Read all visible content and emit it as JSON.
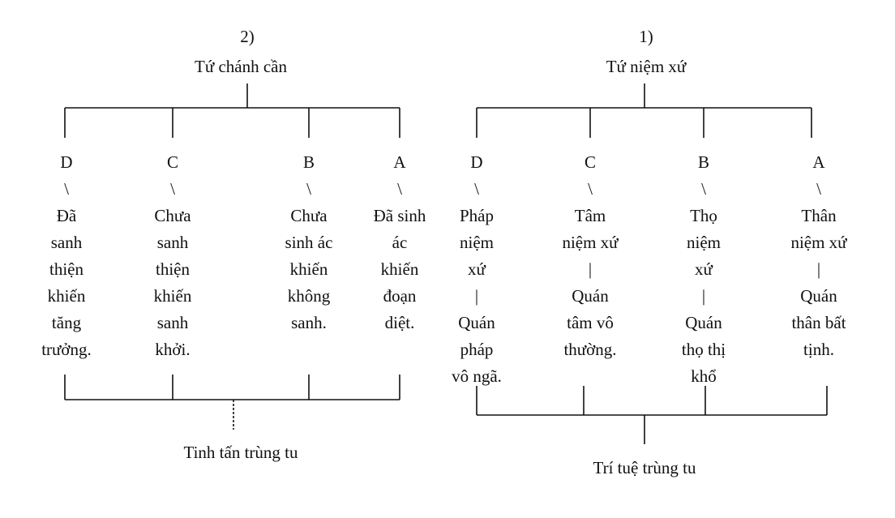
{
  "trees": [
    {
      "number": "2)",
      "title": "Tứ chánh cần",
      "footer": "Tinh tấn trùng tu",
      "columns": [
        {
          "lines": [
            "D",
            "\\",
            "Đã",
            "sanh",
            "thiện",
            "khiến",
            "tăng",
            "trưởng."
          ]
        },
        {
          "lines": [
            "C",
            "\\",
            "Chưa",
            "sanh",
            "thiện",
            "khiến",
            "sanh",
            "khởi."
          ]
        },
        {
          "lines": [
            "B",
            "\\",
            "Chưa",
            "sinh ác",
            "khiến",
            "không",
            "sanh."
          ]
        },
        {
          "lines": [
            "A",
            "\\",
            "Đã sinh",
            "ác",
            "khiến",
            "đoạn",
            "diệt."
          ]
        }
      ]
    },
    {
      "number": "1)",
      "title": "Tứ niệm xứ",
      "footer": "Trí tuệ trùng tu",
      "columns": [
        {
          "lines": [
            "D",
            "\\",
            "Pháp",
            "niệm",
            "xứ",
            "|",
            "Quán",
            "pháp",
            "vô ngã."
          ]
        },
        {
          "lines": [
            "C",
            "\\",
            "Tâm",
            "niệm xứ",
            "|",
            "Quán",
            "tâm vô",
            "thường."
          ]
        },
        {
          "lines": [
            "B",
            "\\",
            "Thọ",
            "niệm",
            "xứ",
            "|",
            "Quán",
            "thọ thị",
            "khổ"
          ]
        },
        {
          "lines": [
            "A",
            "\\",
            "Thân",
            "niệm xứ",
            "|",
            "Quán",
            "thân bất",
            "tịnh."
          ]
        }
      ]
    }
  ]
}
